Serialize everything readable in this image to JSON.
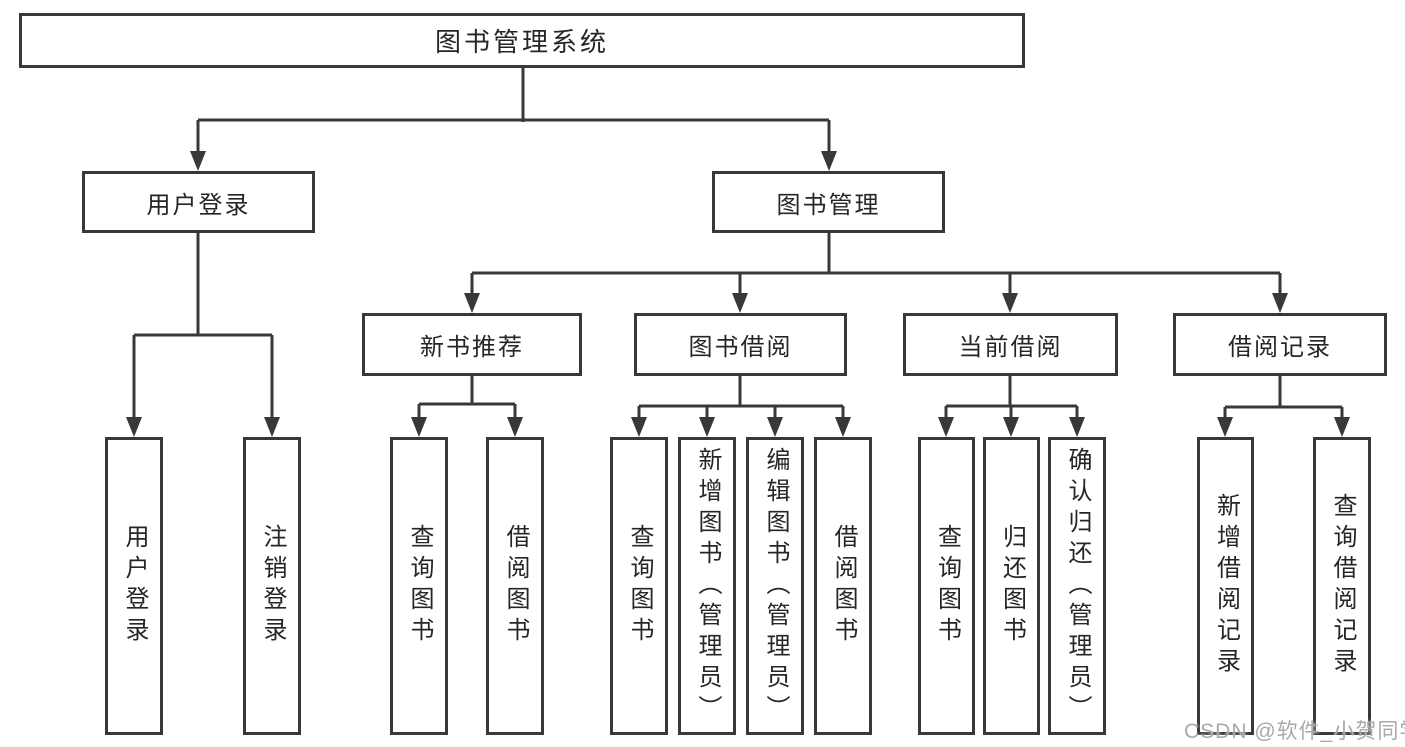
{
  "title": "图书管理系统",
  "watermark": "CSDN @软件_小贺同学",
  "colors": {
    "line": "#383838",
    "box_border": "#383838",
    "box_background": "#ffffff",
    "text": "#262626",
    "watermark": "#a9a9a9",
    "page_background": "#ffffff"
  },
  "nodes": {
    "root": "图书管理系统",
    "l1": [
      "用户登录",
      "图书管理"
    ],
    "l2": [
      "新书推荐",
      "图书借阅",
      "当前借阅",
      "借阅记录"
    ],
    "l3": [
      "用户登录",
      "注销登录",
      "查询图书",
      "借阅图书",
      "查询图书",
      "新增图书（管理员）",
      "编辑图书（管理员）",
      "借阅图书",
      "查询图书",
      "归还图书",
      "确认归还（管理员）",
      "新增借阅记录",
      "查询借阅记录"
    ]
  }
}
